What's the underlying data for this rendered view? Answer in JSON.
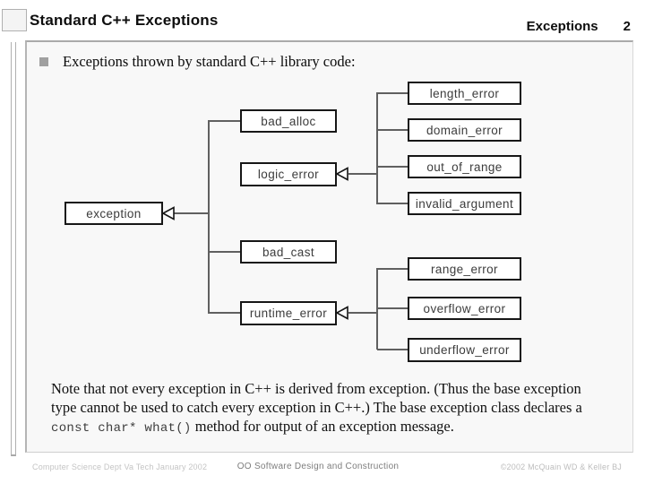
{
  "header": {
    "title": "Standard C++ Exceptions",
    "section_label": "Exceptions",
    "page_number": "2"
  },
  "bullet": {
    "text": "Exceptions thrown by standard C++ library code:"
  },
  "diagram": {
    "nodes": [
      {
        "label": "exception"
      },
      {
        "label": "bad_alloc"
      },
      {
        "label": "logic_error"
      },
      {
        "label": "bad_cast"
      },
      {
        "label": "runtime_error"
      },
      {
        "label": "length_error"
      },
      {
        "label": "domain_error"
      },
      {
        "label": "out_of_range"
      },
      {
        "label": "invalid_argument"
      },
      {
        "label": "range_error"
      },
      {
        "label": "overflow_error"
      },
      {
        "label": "underflow_error"
      }
    ],
    "edges": [
      {
        "parent": "exception",
        "children": [
          "bad_alloc",
          "bad_cast",
          "runtime_error"
        ]
      },
      {
        "parent": "logic_error",
        "children": [
          "length_error",
          "domain_error",
          "out_of_range",
          "invalid_argument"
        ]
      },
      {
        "parent": "runtime_error",
        "children": [
          "range_error",
          "overflow_error",
          "underflow_error"
        ]
      }
    ]
  },
  "note": {
    "part1": "Note that not every exception in C++ is derived from exception. (Thus the base exception type cannot be used to catch every exception in C++.) The base exception class declares a ",
    "code": "const char* what()",
    "part2": " method for output of an exception message."
  },
  "footer": {
    "left": "Computer Science Dept Va Tech January 2002",
    "center": "OO Software Design and Construction",
    "right": "©2002  McQuain WD & Keller BJ"
  },
  "colors": {
    "box_border": "#171717",
    "connector": "#606060",
    "frame_border": "#b3b3b3",
    "bullet": "#a0a0a0",
    "footer_light": "#c2c2c2",
    "footer_mid": "#7d7d7d"
  }
}
